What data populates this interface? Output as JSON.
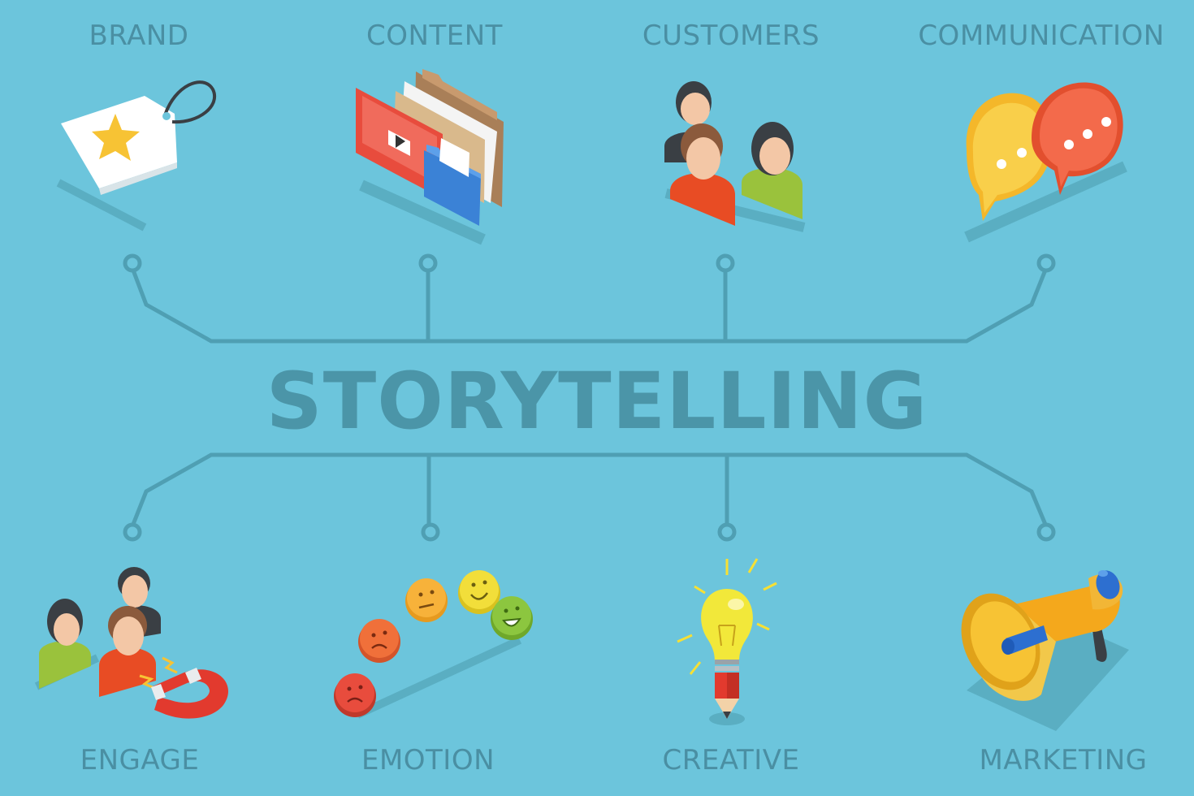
{
  "title": "STORYTELLING",
  "top_items": [
    {
      "label": "BRAND",
      "icon": "price-tag-star-icon"
    },
    {
      "label": "CONTENT",
      "icon": "video-folder-icon"
    },
    {
      "label": "CUSTOMERS",
      "icon": "people-group-icon"
    },
    {
      "label": "COMMUNICATION",
      "icon": "speech-bubbles-icon"
    }
  ],
  "bottom_items": [
    {
      "label": "ENGAGE",
      "icon": "people-magnet-icon"
    },
    {
      "label": "EMOTION",
      "icon": "emoji-scale-icon"
    },
    {
      "label": "CREATIVE",
      "icon": "lightbulb-pencil-icon"
    },
    {
      "label": "MARKETING",
      "icon": "megaphone-icon"
    }
  ],
  "colors": {
    "background": "#6cc5dc",
    "text": "#4a8fa3",
    "lines": "#4f9fb3"
  }
}
